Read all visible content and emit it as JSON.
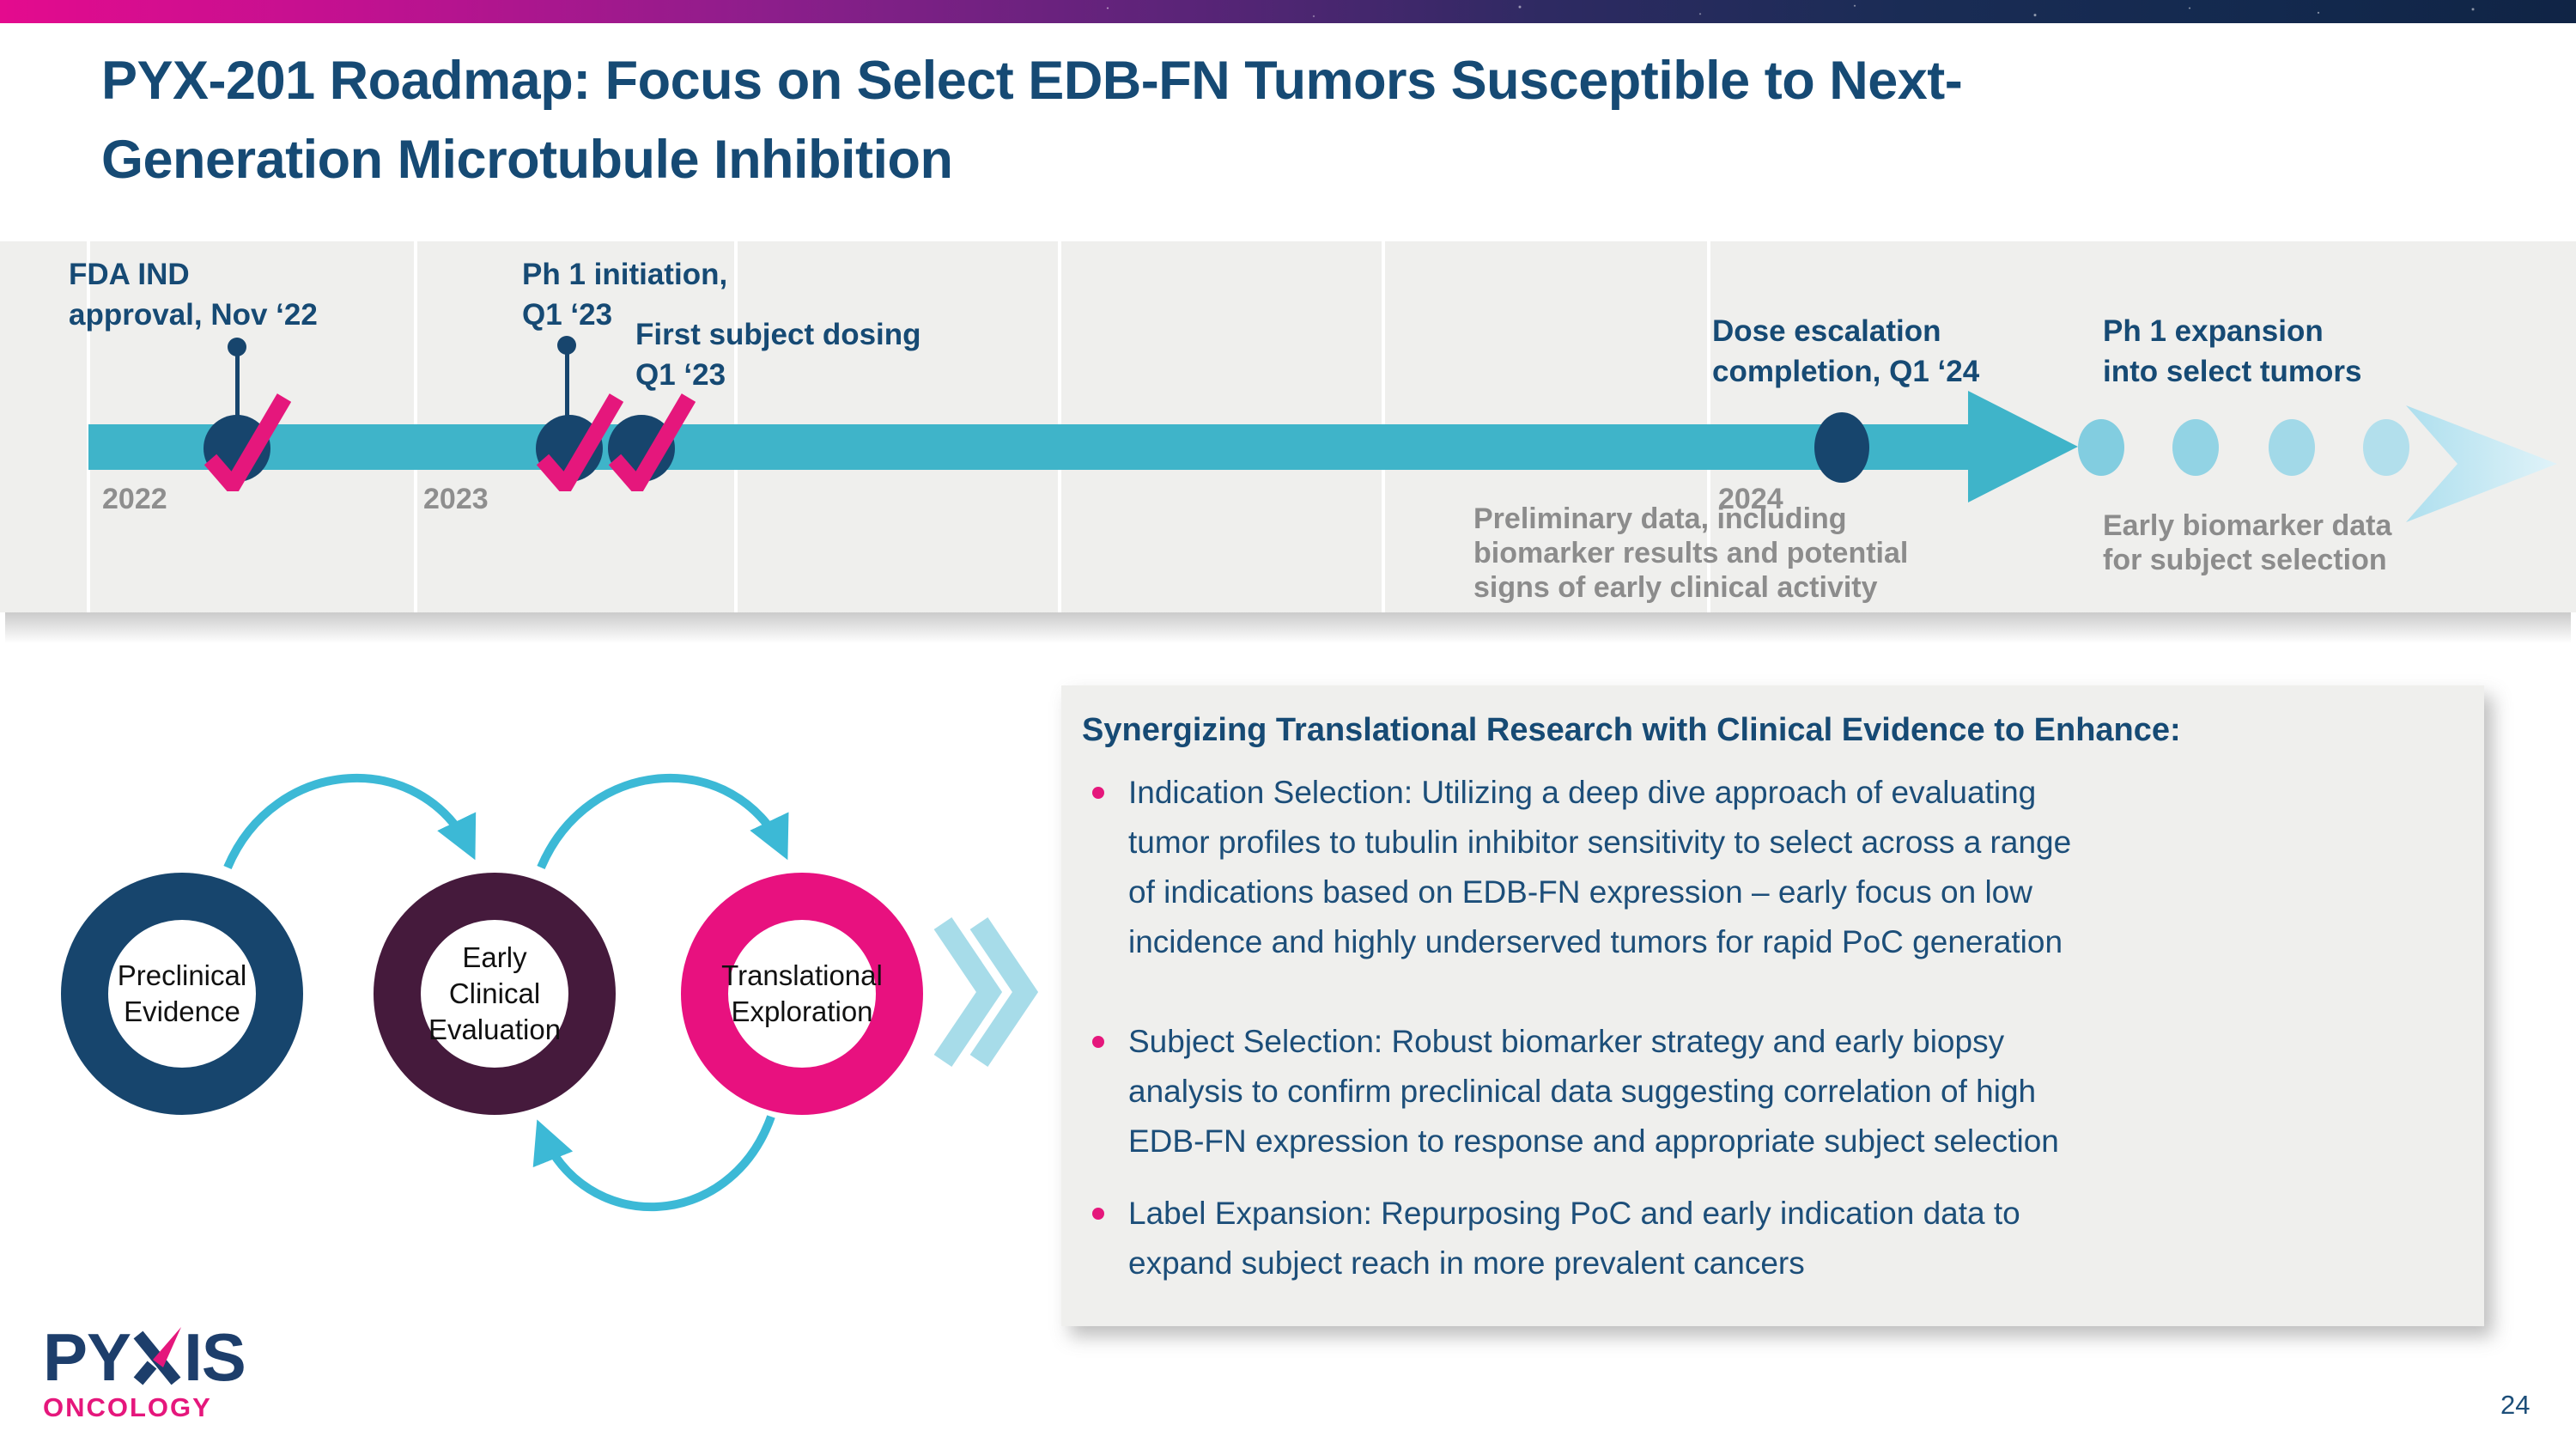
{
  "slide": {
    "title_line1": "PYX-201 Roadmap: Focus on Select EDB-FN Tumors Susceptible to Next-",
    "title_line2": "Generation Microtubule Inhibition",
    "page_number": "24"
  },
  "timeline": {
    "years": [
      "2022",
      "2023",
      "2024"
    ],
    "milestones": [
      {
        "label": "FDA IND\napproval, Nov ‘22",
        "status": "complete"
      },
      {
        "label": "Ph 1 initiation,\nQ1 ‘23",
        "status": "complete"
      },
      {
        "label": "First subject dosing\nQ1 ‘23",
        "status": "complete"
      },
      {
        "label": "Dose escalation\ncompletion, Q1 ‘24",
        "status": "planned"
      },
      {
        "label": "Ph 1 expansion\ninto select tumors",
        "status": "future"
      }
    ],
    "notes": [
      "Preliminary data, including\nbiomarker results and potential\nsigns of early clinical  activity",
      "Early biomarker data\nfor subject selection"
    ]
  },
  "process": {
    "rings": [
      {
        "label": "Preclinical\nEvidence",
        "color": "#17456d"
      },
      {
        "label": "Early Clinical\nEvaluation",
        "color": "#451a3c"
      },
      {
        "label": "Translational\nExploration",
        "color": "#e8117f"
      }
    ]
  },
  "panel": {
    "heading": "Synergizing Translational Research with Clinical Evidence to Enhance:",
    "bullets": [
      "Indication Selection: Utilizing a deep dive approach of evaluating\ntumor profiles to tubulin inhibitor sensitivity to select across a range\nof indications based on EDB-FN expression – early focus on low\nincidence and highly underserved tumors for rapid PoC generation",
      "Subject Selection: Robust biomarker strategy and early biopsy\nanalysis to confirm preclinical data suggesting correlation of high\nEDB-FN expression to response and appropriate subject selection",
      "Label Expansion: Repurposing PoC and early indication data to\nexpand subject reach in more prevalent cancers"
    ]
  },
  "logo": {
    "brand_left": "PY",
    "brand_right": "IS",
    "sub": "ONCOLOGY"
  },
  "colors": {
    "navy": "#17456d",
    "title_navy": "#164a74",
    "teal_bar": "#3fb4c9",
    "teal_arrow": "#3cb9d6",
    "pink": "#e5177c",
    "magenta_ring": "#e8117f",
    "plum_ring": "#451a3c",
    "gray_text": "#8c8c8c",
    "panel_bg": "#efefed",
    "light_blue_chevron": "#a7dce9",
    "gradient_left": "#e40b8e",
    "gradient_right": "#102445"
  }
}
